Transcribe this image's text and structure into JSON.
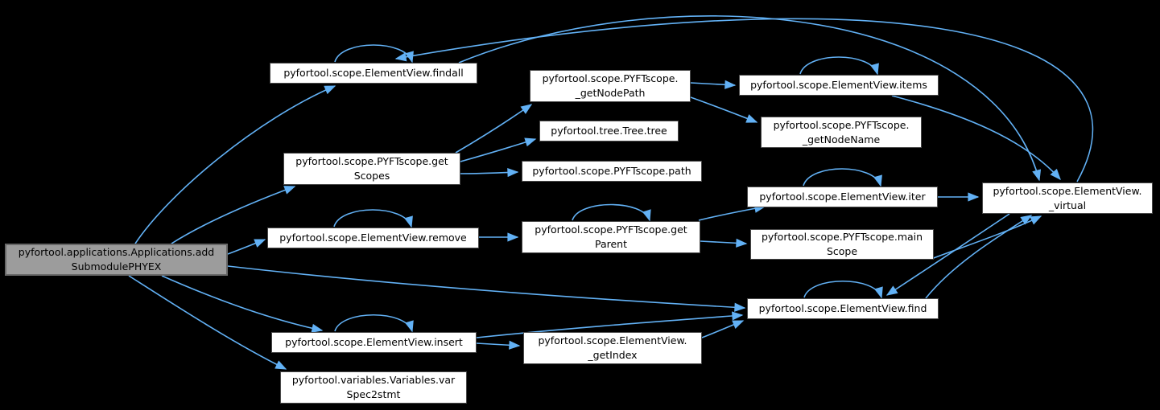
{
  "diagram": {
    "type": "call-graph",
    "colors": {
      "background": "#000000",
      "edge": "#62b1f5",
      "node_fill": "#ffffff",
      "node_border": "#4a4a4a",
      "node_text": "#000000",
      "highlight_fill": "#9c9c9c",
      "highlight_border": "#686868"
    },
    "nodes": [
      {
        "id": "addSubmodulePHYEX",
        "lines": [
          "pyfortool.applications.Applications.add",
          "SubmodulePHYEX"
        ],
        "highlight": true
      },
      {
        "id": "findall",
        "lines": [
          "pyfortool.scope.ElementView.findall"
        ],
        "highlight": false
      },
      {
        "id": "getNodePath",
        "lines": [
          "pyfortool.scope.PYFTscope.",
          "_getNodePath"
        ],
        "highlight": false
      },
      {
        "id": "items",
        "lines": [
          "pyfortool.scope.ElementView.items"
        ],
        "highlight": false
      },
      {
        "id": "getNodeName",
        "lines": [
          "pyfortool.scope.PYFTscope.",
          "_getNodeName"
        ],
        "highlight": false
      },
      {
        "id": "tree",
        "lines": [
          "pyfortool.tree.Tree.tree"
        ],
        "highlight": false
      },
      {
        "id": "getScopes",
        "lines": [
          "pyfortool.scope.PYFTscope.get",
          "Scopes"
        ],
        "highlight": false
      },
      {
        "id": "path",
        "lines": [
          "pyfortool.scope.PYFTscope.path"
        ],
        "highlight": false
      },
      {
        "id": "iter",
        "lines": [
          "pyfortool.scope.ElementView.iter"
        ],
        "highlight": false
      },
      {
        "id": "virtual",
        "lines": [
          "pyfortool.scope.ElementView.",
          "_virtual"
        ],
        "highlight": false
      },
      {
        "id": "remove",
        "lines": [
          "pyfortool.scope.ElementView.remove"
        ],
        "highlight": false
      },
      {
        "id": "getParent",
        "lines": [
          "pyfortool.scope.PYFTscope.get",
          "Parent"
        ],
        "highlight": false
      },
      {
        "id": "mainScope",
        "lines": [
          "pyfortool.scope.PYFTscope.main",
          "Scope"
        ],
        "highlight": false
      },
      {
        "id": "find",
        "lines": [
          "pyfortool.scope.ElementView.find"
        ],
        "highlight": false
      },
      {
        "id": "insert",
        "lines": [
          "pyfortool.scope.ElementView.insert"
        ],
        "highlight": false
      },
      {
        "id": "getIndex",
        "lines": [
          "pyfortool.scope.ElementView.",
          "_getIndex"
        ],
        "highlight": false
      },
      {
        "id": "varSpec2stmt",
        "lines": [
          "pyfortool.variables.Variables.var",
          "Spec2stmt"
        ],
        "highlight": false
      }
    ],
    "edges": [
      {
        "from": "addSubmodulePHYEX",
        "to": "findall"
      },
      {
        "from": "addSubmodulePHYEX",
        "to": "getScopes"
      },
      {
        "from": "addSubmodulePHYEX",
        "to": "remove"
      },
      {
        "from": "addSubmodulePHYEX",
        "to": "find"
      },
      {
        "from": "addSubmodulePHYEX",
        "to": "insert"
      },
      {
        "from": "addSubmodulePHYEX",
        "to": "varSpec2stmt"
      },
      {
        "from": "findall",
        "to": "findall"
      },
      {
        "from": "findall",
        "to": "virtual"
      },
      {
        "from": "virtual",
        "to": "findall"
      },
      {
        "from": "getScopes",
        "to": "getNodePath"
      },
      {
        "from": "getScopes",
        "to": "tree"
      },
      {
        "from": "getScopes",
        "to": "path"
      },
      {
        "from": "getNodePath",
        "to": "items"
      },
      {
        "from": "getNodePath",
        "to": "getNodeName"
      },
      {
        "from": "items",
        "to": "items"
      },
      {
        "from": "items",
        "to": "virtual"
      },
      {
        "from": "iter",
        "to": "iter"
      },
      {
        "from": "iter",
        "to": "virtual"
      },
      {
        "from": "remove",
        "to": "remove"
      },
      {
        "from": "remove",
        "to": "getParent"
      },
      {
        "from": "getParent",
        "to": "getParent"
      },
      {
        "from": "getParent",
        "to": "iter"
      },
      {
        "from": "getParent",
        "to": "mainScope"
      },
      {
        "from": "mainScope",
        "to": "virtual"
      },
      {
        "from": "find",
        "to": "find"
      },
      {
        "from": "find",
        "to": "virtual"
      },
      {
        "from": "virtual",
        "to": "find"
      },
      {
        "from": "insert",
        "to": "insert"
      },
      {
        "from": "insert",
        "to": "getIndex"
      },
      {
        "from": "insert",
        "to": "find"
      },
      {
        "from": "getIndex",
        "to": "find"
      }
    ]
  }
}
